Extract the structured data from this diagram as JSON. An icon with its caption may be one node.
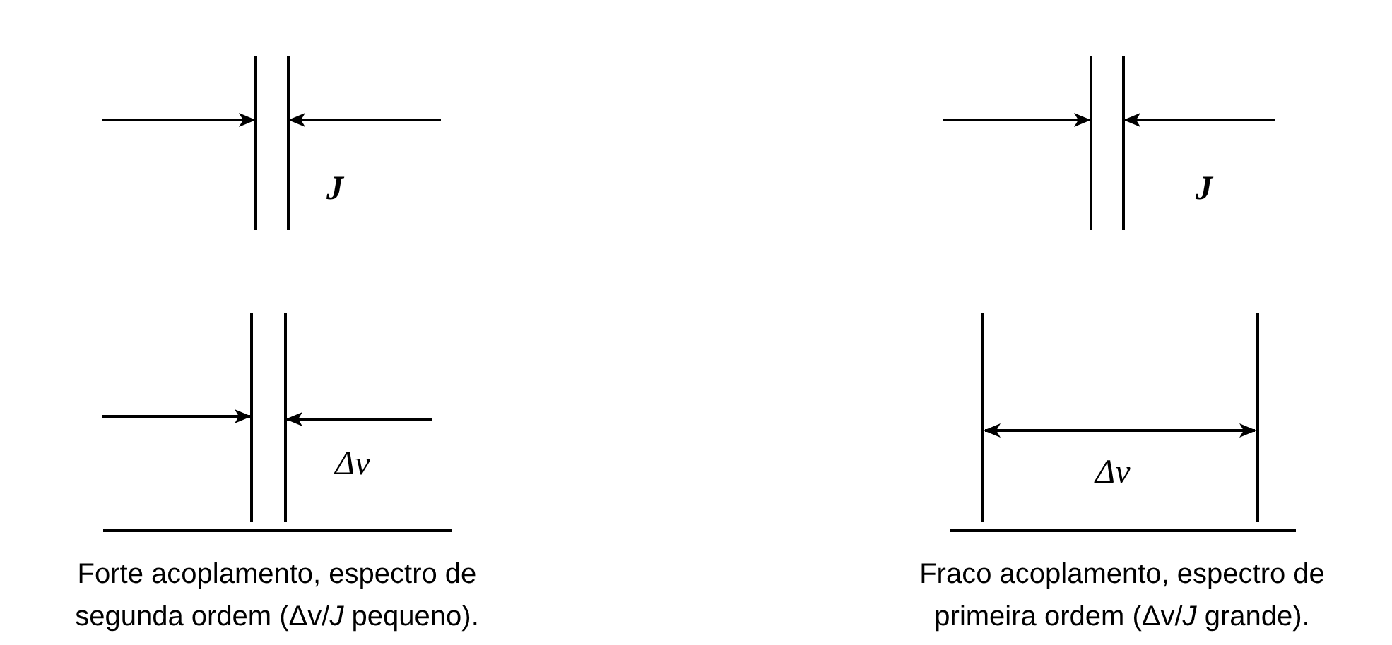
{
  "diagram": {
    "labels": [
      "J",
      "J",
      "Δv",
      "Δv",
      "Forte acoplamento, espectro de segunda ordem (Δv/*J* pequeno).",
      "Fraco acoplamento, espectro de primeira ordem (Δv/*J* grande)."
    ]
  }
}
